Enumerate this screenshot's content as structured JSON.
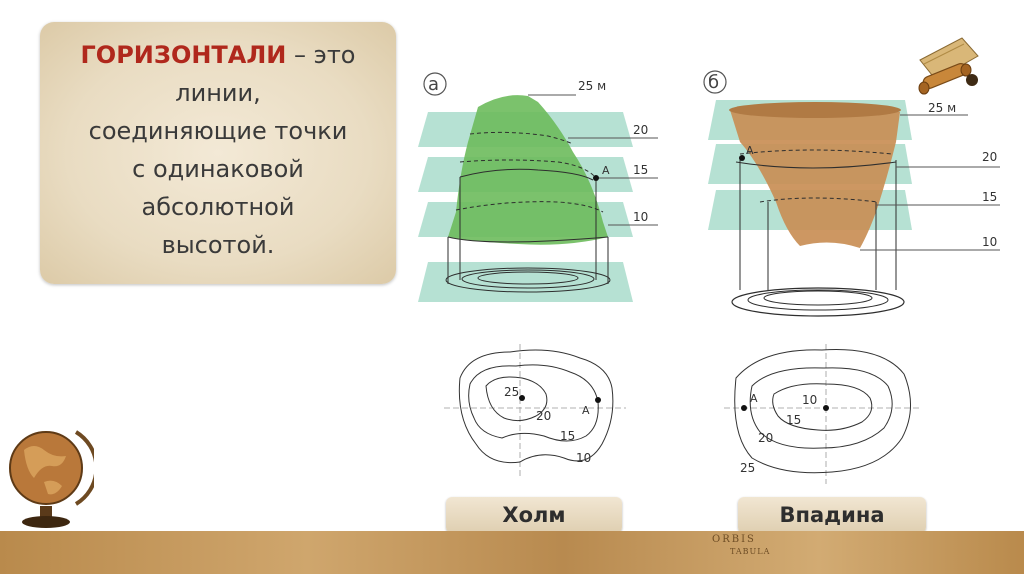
{
  "definition": {
    "keyword": "ГОРИЗОНТАЛИ",
    "rest_first_line": " – это",
    "lines": [
      "линии,",
      "соединяющие точки",
      "с одинаковой",
      "абсолютной",
      "высотой."
    ]
  },
  "diagram_a": {
    "letter": "а",
    "labels": [
      "25 м",
      "20",
      "15",
      "10"
    ],
    "point": "А"
  },
  "diagram_b": {
    "letter": "б",
    "labels": [
      "25 м",
      "20",
      "15",
      "10"
    ],
    "point": "А"
  },
  "map_hill": {
    "labels": [
      "25",
      "20",
      "15",
      "10"
    ],
    "point": "А"
  },
  "map_depression": {
    "labels": [
      "10",
      "15",
      "20",
      "25"
    ],
    "point": "А"
  },
  "captions": {
    "hill": "Холм",
    "depression": "Впадина"
  },
  "footer": {
    "orbis": "ORBIS",
    "tabula": "TABULA"
  }
}
